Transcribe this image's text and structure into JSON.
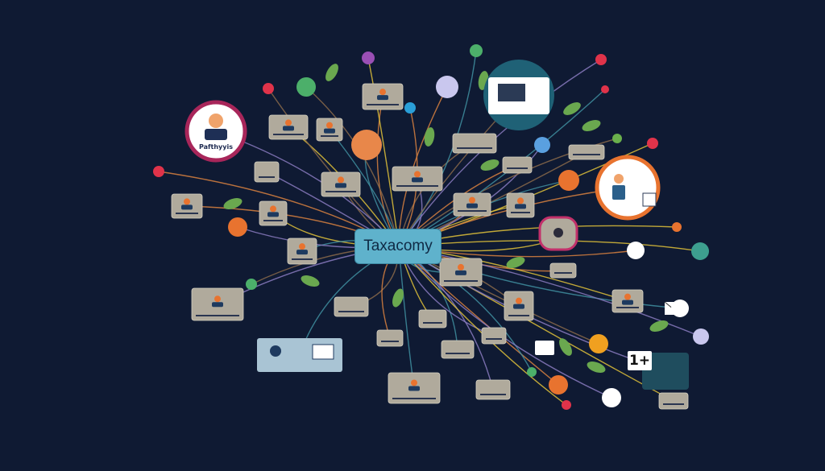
{
  "diagram": {
    "center_label": "Taxacomy",
    "profile_label": "Pafthyyis",
    "badge_label": "1+"
  },
  "colors": {
    "background": "#0f1a33",
    "center_node": "#5fb2cc",
    "card": "#b0aa9c",
    "link_orange": "#d8813f",
    "link_yellow": "#e0c23a",
    "link_teal": "#3f8fa0",
    "link_purple": "#8a7bc0",
    "leaf_green": "#6aa84f"
  }
}
